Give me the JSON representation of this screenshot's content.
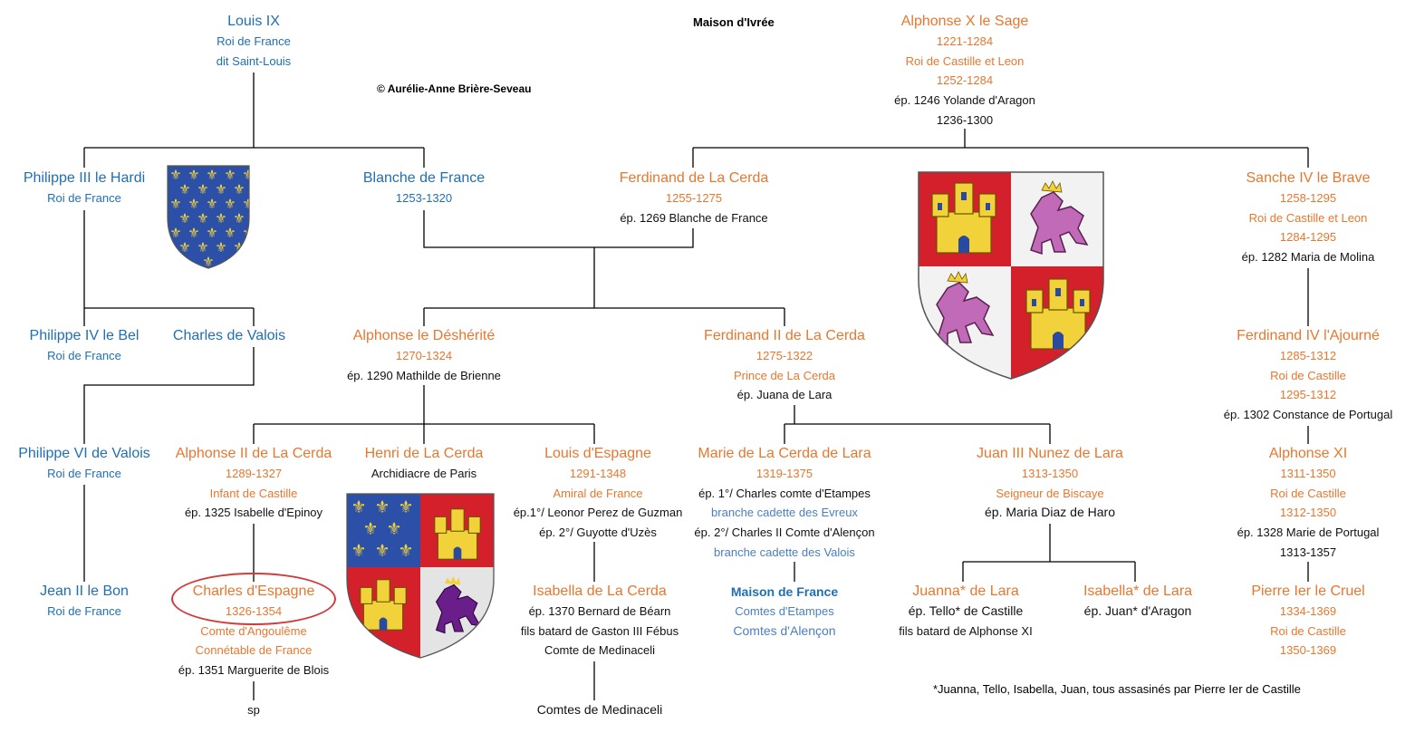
{
  "title": "Maison d'Ivrée",
  "copyright": "© Aurélie-Anne Brière-Seveau",
  "footnote": "*Juanna, Tello, Isabella, Juan, tous assasinés par Pierre Ier de Castille",
  "colors": {
    "blue": "#1f6fb3",
    "light_blue": "#4a7fc1",
    "orange": "#e8772e",
    "black": "#111111",
    "circle": "#d23a3a"
  },
  "shields": [
    {
      "name": "france-fleur-de-lis-shield",
      "description_icon": "fleur-de-lis-shield"
    },
    {
      "name": "castile-leon-shield",
      "description_icon": "castle-lion-shield"
    },
    {
      "name": "france-castile-shield",
      "description_icon": "fleur-de-lis-castle-lion-shield"
    }
  ],
  "people": {
    "louis9": {
      "name": "Louis IX",
      "lines": [
        "Roi de France",
        "dit Saint-Louis"
      ]
    },
    "alphonse10": {
      "name": "Alphonse X le Sage",
      "lines": [
        "1221-1284",
        "Roi de Castille et Leon",
        "1252-1284",
        "ép. 1246 Yolande d'Aragon",
        "1236-1300"
      ]
    },
    "philippe3": {
      "name": "Philippe III le Hardi",
      "lines": [
        "Roi de France"
      ]
    },
    "blanche": {
      "name": "Blanche de France",
      "lines": [
        "1253-1320"
      ]
    },
    "ferdinand_cerda": {
      "name": "Ferdinand de La Cerda",
      "lines": [
        "1255-1275",
        "ép. 1269 Blanche de France"
      ]
    },
    "sanche4": {
      "name": "Sanche IV le Brave",
      "lines": [
        "1258-1295",
        "Roi de Castille et Leon",
        "1284-1295",
        "ép. 1282 Maria de Molina"
      ]
    },
    "philippe4": {
      "name": "Philippe IV le Bel",
      "lines": [
        "Roi de France"
      ]
    },
    "charles_valois": {
      "name": "Charles de Valois",
      "lines": []
    },
    "alphonse_desherite": {
      "name": "Alphonse le Déshérité",
      "lines": [
        "1270-1324",
        "ép. 1290 Mathilde de Brienne"
      ]
    },
    "ferdinand2": {
      "name": "Ferdinand II de La Cerda",
      "lines": [
        "1275-1322",
        "Prince de La Cerda",
        "ép. Juana de Lara"
      ]
    },
    "ferdinand4": {
      "name": "Ferdinand IV l'Ajourné",
      "lines": [
        "1285-1312",
        "Roi de Castille",
        "1295-1312",
        "ép. 1302 Constance de Portugal"
      ]
    },
    "philippe6": {
      "name": "Philippe VI de Valois",
      "lines": [
        "Roi de France"
      ]
    },
    "alphonse2": {
      "name": "Alphonse II de La Cerda",
      "lines": [
        "1289-1327",
        "Infant de Castille",
        "ép. 1325 Isabelle d'Epinoy"
      ]
    },
    "henri": {
      "name": "Henri de La Cerda",
      "lines": [
        "Archidiacre de Paris"
      ]
    },
    "louis_espagne": {
      "name": "Louis d'Espagne",
      "lines": [
        "1291-1348",
        "Amiral de France",
        "ép.1°/ Leonor Perez de Guzman",
        "ép. 2°/ Guyotte d'Uzès"
      ]
    },
    "marie": {
      "name": "Marie de La Cerda de Lara",
      "lines": [
        "1319-1375",
        "ép. 1°/ Charles comte d'Etampes",
        "branche cadette des Evreux",
        "ép. 2°/ Charles II Comte d'Alençon",
        "branche cadette des Valois"
      ]
    },
    "juan3": {
      "name": "Juan III Nunez de Lara",
      "lines": [
        "1313-1350",
        "Seigneur de Biscaye",
        "ép. Maria Diaz de Haro"
      ]
    },
    "alphonse11": {
      "name": "Alphonse XI",
      "lines": [
        "1311-1350",
        "Roi de Castille",
        "1312-1350",
        "ép. 1328 Marie de Portugal",
        "1313-1357"
      ]
    },
    "jean2": {
      "name": "Jean II le Bon",
      "lines": [
        "Roi de France"
      ]
    },
    "charles_espagne": {
      "name": "Charles d'Espagne",
      "lines": [
        "1326-1354",
        "Comte d'Angoulême",
        "Connétable de France",
        "ép. 1351 Marguerite de Blois"
      ]
    },
    "sp": {
      "name": "",
      "lines": [
        "sp"
      ]
    },
    "isabella_cerda": {
      "name": "Isabella de La Cerda",
      "lines": [
        "ép. 1370 Bernard de Béarn",
        "fils batard de Gaston III Fébus",
        "Comte de Medinaceli"
      ]
    },
    "medinaceli": {
      "name": "",
      "lines": [
        "Comtes de Medinaceli"
      ]
    },
    "maison_france": {
      "name": "Maison de France",
      "lines": [
        "Comtes d'Etampes",
        "Comtes d'Alençon"
      ]
    },
    "juanna": {
      "name": "Juanna* de Lara",
      "lines": [
        "ép. Tello* de Castille",
        "fils batard de Alphonse XI"
      ]
    },
    "isabella_lara": {
      "name": "Isabella* de Lara",
      "lines": [
        "ép. Juan* d'Aragon"
      ]
    },
    "pierre1": {
      "name": "Pierre Ier le Cruel",
      "lines": [
        "1334-1369",
        "Roi de Castille",
        "1350-1369"
      ]
    }
  }
}
